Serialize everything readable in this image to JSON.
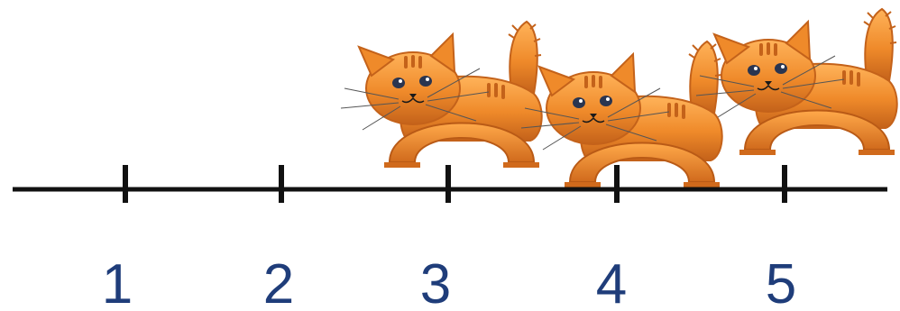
{
  "number_line": {
    "ticks": [
      {
        "label": "1"
      },
      {
        "label": "2"
      },
      {
        "label": "3"
      },
      {
        "label": "4"
      },
      {
        "label": "5"
      }
    ],
    "line_color": "#111111",
    "label_color": "#1f3d7a"
  },
  "cats": {
    "count": 3,
    "icon": "orange-tabby-cat-icon",
    "colors": {
      "body": "#ef8a2a",
      "dark": "#c4621a",
      "light": "#ffb35a"
    }
  }
}
